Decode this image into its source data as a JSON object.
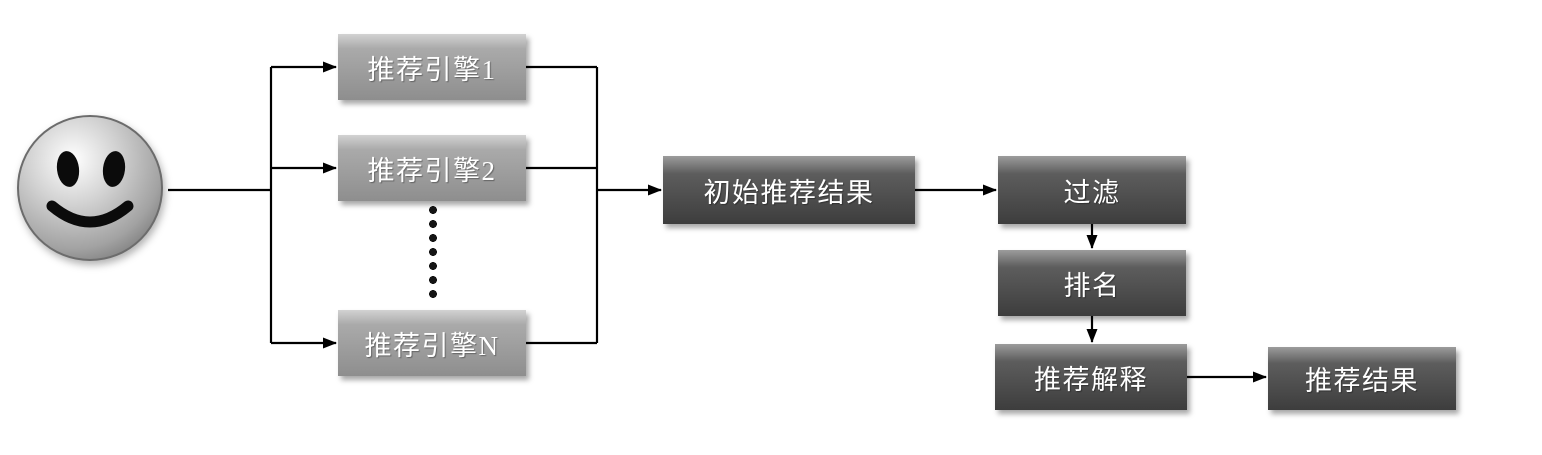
{
  "diagram": {
    "nodes": {
      "engine1": "推荐引擎1",
      "engine2": "推荐引擎2",
      "engineN": "推荐引擎N",
      "initial_results": "初始推荐结果",
      "filter": "过滤",
      "ranking": "排名",
      "explanation": "推荐解释",
      "final_results": "推荐结果"
    },
    "icons": {
      "user": "smiley-face-icon"
    },
    "colors": {
      "light_box": "#9a9a9a",
      "dark_box": "#4a4a4a",
      "box_text": "#ffffff",
      "line": "#000000",
      "background": "#ffffff"
    }
  }
}
